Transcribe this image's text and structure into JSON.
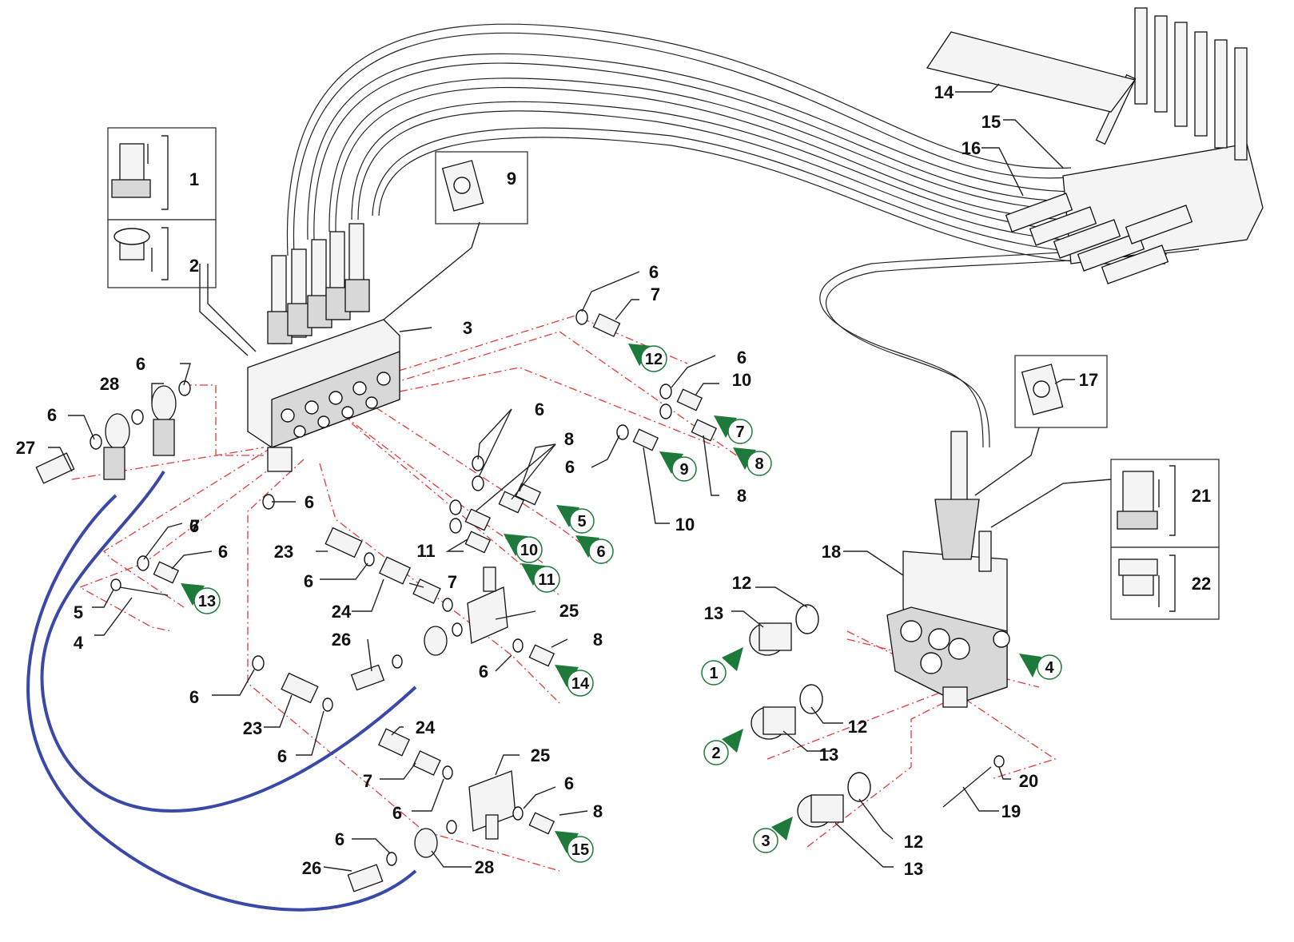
{
  "parts": [
    {
      "id": "p1",
      "label": "1"
    },
    {
      "id": "p2",
      "label": "2"
    },
    {
      "id": "p3",
      "label": "3"
    },
    {
      "id": "p4",
      "label": "4"
    },
    {
      "id": "p5",
      "label": "5"
    },
    {
      "id": "p6a",
      "label": "6"
    },
    {
      "id": "p6b",
      "label": "6"
    },
    {
      "id": "p6c",
      "label": "6"
    },
    {
      "id": "p6d",
      "label": "6"
    },
    {
      "id": "p6e",
      "label": "6"
    },
    {
      "id": "p6f",
      "label": "6"
    },
    {
      "id": "p6g",
      "label": "6"
    },
    {
      "id": "p6h",
      "label": "6"
    },
    {
      "id": "p6i",
      "label": "6"
    },
    {
      "id": "p6j",
      "label": "6"
    },
    {
      "id": "p6k",
      "label": "6"
    },
    {
      "id": "p6l",
      "label": "6"
    },
    {
      "id": "p6m",
      "label": "6"
    },
    {
      "id": "p6n",
      "label": "6"
    },
    {
      "id": "p6o",
      "label": "6"
    },
    {
      "id": "p6p",
      "label": "6"
    },
    {
      "id": "p7a",
      "label": "7"
    },
    {
      "id": "p7b",
      "label": "7"
    },
    {
      "id": "p7c",
      "label": "7"
    },
    {
      "id": "p7d",
      "label": "7"
    },
    {
      "id": "p8a",
      "label": "8"
    },
    {
      "id": "p8b",
      "label": "8"
    },
    {
      "id": "p8c",
      "label": "8"
    },
    {
      "id": "p8d",
      "label": "8"
    },
    {
      "id": "p9",
      "label": "9"
    },
    {
      "id": "p10a",
      "label": "10"
    },
    {
      "id": "p10b",
      "label": "10"
    },
    {
      "id": "p11",
      "label": "11"
    },
    {
      "id": "p12a",
      "label": "12"
    },
    {
      "id": "p12b",
      "label": "12"
    },
    {
      "id": "p12c",
      "label": "12"
    },
    {
      "id": "p13a",
      "label": "13"
    },
    {
      "id": "p13b",
      "label": "13"
    },
    {
      "id": "p13c",
      "label": "13"
    },
    {
      "id": "p14",
      "label": "14"
    },
    {
      "id": "p15",
      "label": "15"
    },
    {
      "id": "p16",
      "label": "16"
    },
    {
      "id": "p17",
      "label": "17"
    },
    {
      "id": "p18",
      "label": "18"
    },
    {
      "id": "p19",
      "label": "19"
    },
    {
      "id": "p20",
      "label": "20"
    },
    {
      "id": "p21",
      "label": "21"
    },
    {
      "id": "p22",
      "label": "22"
    },
    {
      "id": "p23a",
      "label": "23"
    },
    {
      "id": "p23b",
      "label": "23"
    },
    {
      "id": "p24a",
      "label": "24"
    },
    {
      "id": "p24b",
      "label": "24"
    },
    {
      "id": "p25a",
      "label": "25"
    },
    {
      "id": "p25b",
      "label": "25"
    },
    {
      "id": "p26a",
      "label": "26"
    },
    {
      "id": "p26b",
      "label": "26"
    },
    {
      "id": "p27",
      "label": "27"
    },
    {
      "id": "p28a",
      "label": "28"
    },
    {
      "id": "p28b",
      "label": "28"
    }
  ],
  "connections": [
    {
      "label": "1"
    },
    {
      "label": "2"
    },
    {
      "label": "3"
    },
    {
      "label": "4"
    },
    {
      "label": "5"
    },
    {
      "label": "6"
    },
    {
      "label": "7"
    },
    {
      "label": "8"
    },
    {
      "label": "9"
    },
    {
      "label": "10"
    },
    {
      "label": "11"
    },
    {
      "label": "12"
    },
    {
      "label": "13"
    },
    {
      "label": "14"
    },
    {
      "label": "15"
    }
  ],
  "colors": {
    "accent_green": "#1d7a3a",
    "centerline_red": "#e23b3b",
    "hose_blue": "#3a49a8"
  }
}
